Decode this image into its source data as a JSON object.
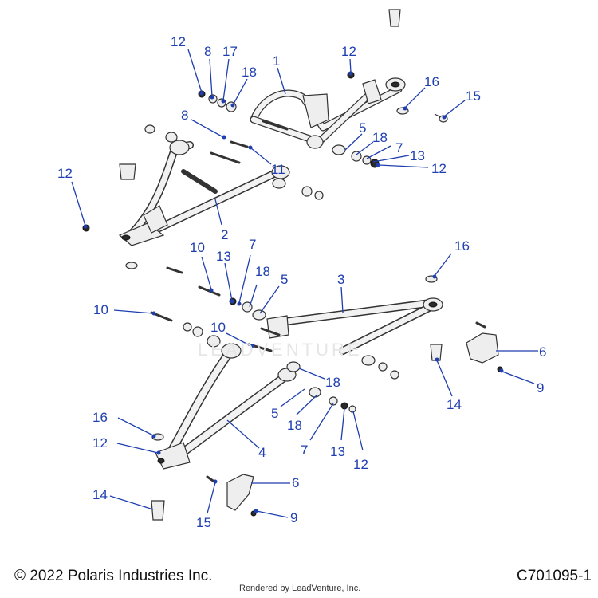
{
  "callouts": [
    {
      "id": "c1",
      "label": "1"
    },
    {
      "id": "c2",
      "label": "2"
    },
    {
      "id": "c3",
      "label": "3"
    },
    {
      "id": "c4",
      "label": "4"
    },
    {
      "id": "c5a",
      "label": "5"
    },
    {
      "id": "c5b",
      "label": "5"
    },
    {
      "id": "c5c",
      "label": "5"
    },
    {
      "id": "c6a",
      "label": "6"
    },
    {
      "id": "c6b",
      "label": "6"
    },
    {
      "id": "c7a",
      "label": "7"
    },
    {
      "id": "c7b",
      "label": "7"
    },
    {
      "id": "c7c",
      "label": "7"
    },
    {
      "id": "c8a",
      "label": "8"
    },
    {
      "id": "c8b",
      "label": "8"
    },
    {
      "id": "c9a",
      "label": "9"
    },
    {
      "id": "c9b",
      "label": "9"
    },
    {
      "id": "c10a",
      "label": "10"
    },
    {
      "id": "c10b",
      "label": "10"
    },
    {
      "id": "c10c",
      "label": "10"
    },
    {
      "id": "c11",
      "label": "11"
    },
    {
      "id": "c12a",
      "label": "12"
    },
    {
      "id": "c12b",
      "label": "12"
    },
    {
      "id": "c12c",
      "label": "12"
    },
    {
      "id": "c12d",
      "label": "12"
    },
    {
      "id": "c12e",
      "label": "12"
    },
    {
      "id": "c12f",
      "label": "12"
    },
    {
      "id": "c13a",
      "label": "13"
    },
    {
      "id": "c13b",
      "label": "13"
    },
    {
      "id": "c13c",
      "label": "13"
    },
    {
      "id": "c14a",
      "label": "14"
    },
    {
      "id": "c14b",
      "label": "14"
    },
    {
      "id": "c15a",
      "label": "15"
    },
    {
      "id": "c15b",
      "label": "15"
    },
    {
      "id": "c16a",
      "label": "16"
    },
    {
      "id": "c16b",
      "label": "16"
    },
    {
      "id": "c16c",
      "label": "16"
    },
    {
      "id": "c17",
      "label": "17"
    },
    {
      "id": "c18a",
      "label": "18"
    },
    {
      "id": "c18b",
      "label": "18"
    },
    {
      "id": "c18c",
      "label": "18"
    },
    {
      "id": "c18d",
      "label": "18"
    },
    {
      "id": "c18e",
      "label": "18"
    }
  ],
  "footer": {
    "copyright": "© 2022 Polaris Industries Inc.",
    "rendered_by": "Rendered by LeadVenture, Inc.",
    "diagram_code": "C701095-1"
  },
  "watermark": "LEADVENTURE",
  "colors": {
    "callout": "#1f3fb0",
    "line_art": "#333333"
  }
}
